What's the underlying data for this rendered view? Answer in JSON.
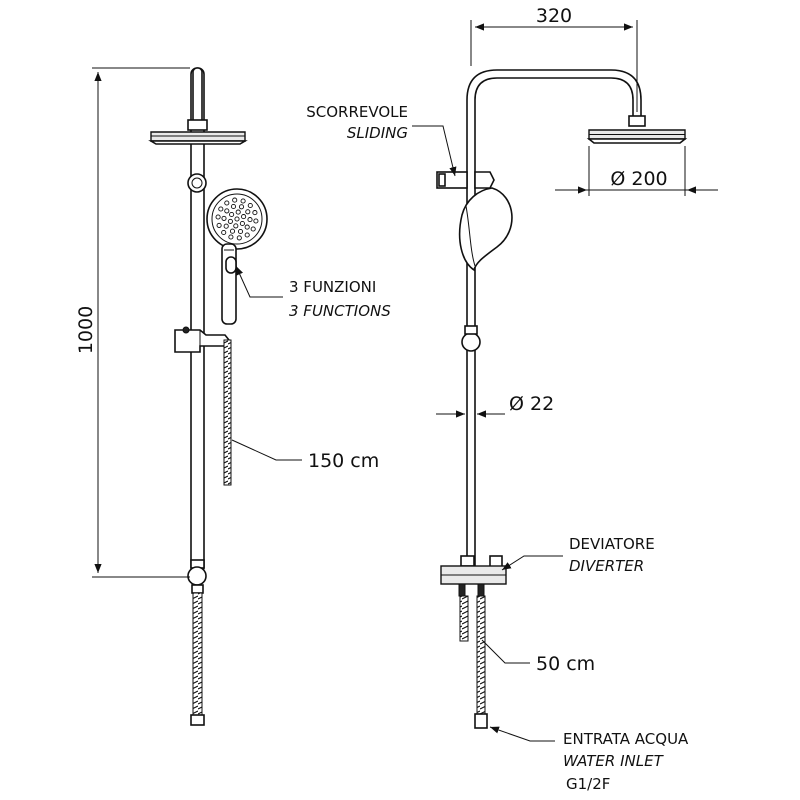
{
  "dimensions": {
    "width_top": "320",
    "head_diameter": "Ø 200",
    "bar_diameter": "Ø 22",
    "height_total": "1000"
  },
  "callouts": {
    "sliding": {
      "it": "SCORREVOLE",
      "en": "SLIDING"
    },
    "functions": {
      "it": "3 FUNZIONI",
      "en": "3 FUNCTIONS"
    },
    "hose_length": "150 cm",
    "diverter": {
      "it": "DEVIATORE",
      "en": "DIVERTER"
    },
    "inlet_hose_length": "50 cm",
    "water_inlet": {
      "it": "ENTRATA ACQUA",
      "en": "WATER INLET",
      "thread": "G1/2F"
    }
  },
  "icons": {
    "hand_shower": "hand-shower-icon",
    "overhead_shower": "overhead-shower-icon"
  }
}
